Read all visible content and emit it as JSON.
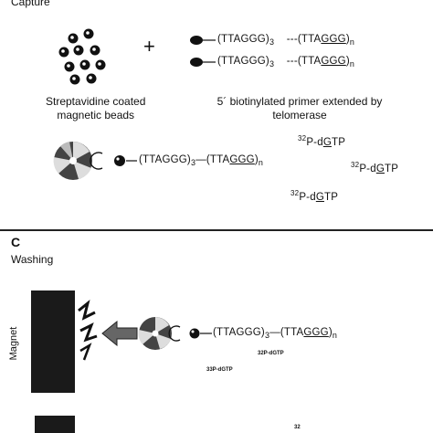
{
  "panel_b": {
    "heading": "Capture",
    "plus": "+",
    "seq_repeat": "(TTAGGG)",
    "seq_sub_3": "3",
    "seq_dash": "---",
    "seq_ext_a": "(TTA",
    "seq_ext_b": "GGG",
    "seq_ext_c": ")",
    "seq_sub_n": "n",
    "beads_caption_line1": "Streptavidine coated",
    "beads_caption_line2": "magnetic beads",
    "primer_caption_line1": "5´ biotinylated primer extended by",
    "primer_caption_line2": "telomerase",
    "complex_seq_mid": "—(TTA",
    "label_32": "32",
    "label_pd": "P-d",
    "label_g": "G",
    "label_tp": "TP"
  },
  "panel_c": {
    "letter": "C",
    "heading": "Washing",
    "magnet_label": "Magnet",
    "small_1": "32P-dGTP",
    "small_2": "33P-dGTP",
    "small_3": "32"
  },
  "colors": {
    "ink": "#111111",
    "divider": "#222222",
    "magnet": "#1a1a1a",
    "arrow": "#555555"
  }
}
